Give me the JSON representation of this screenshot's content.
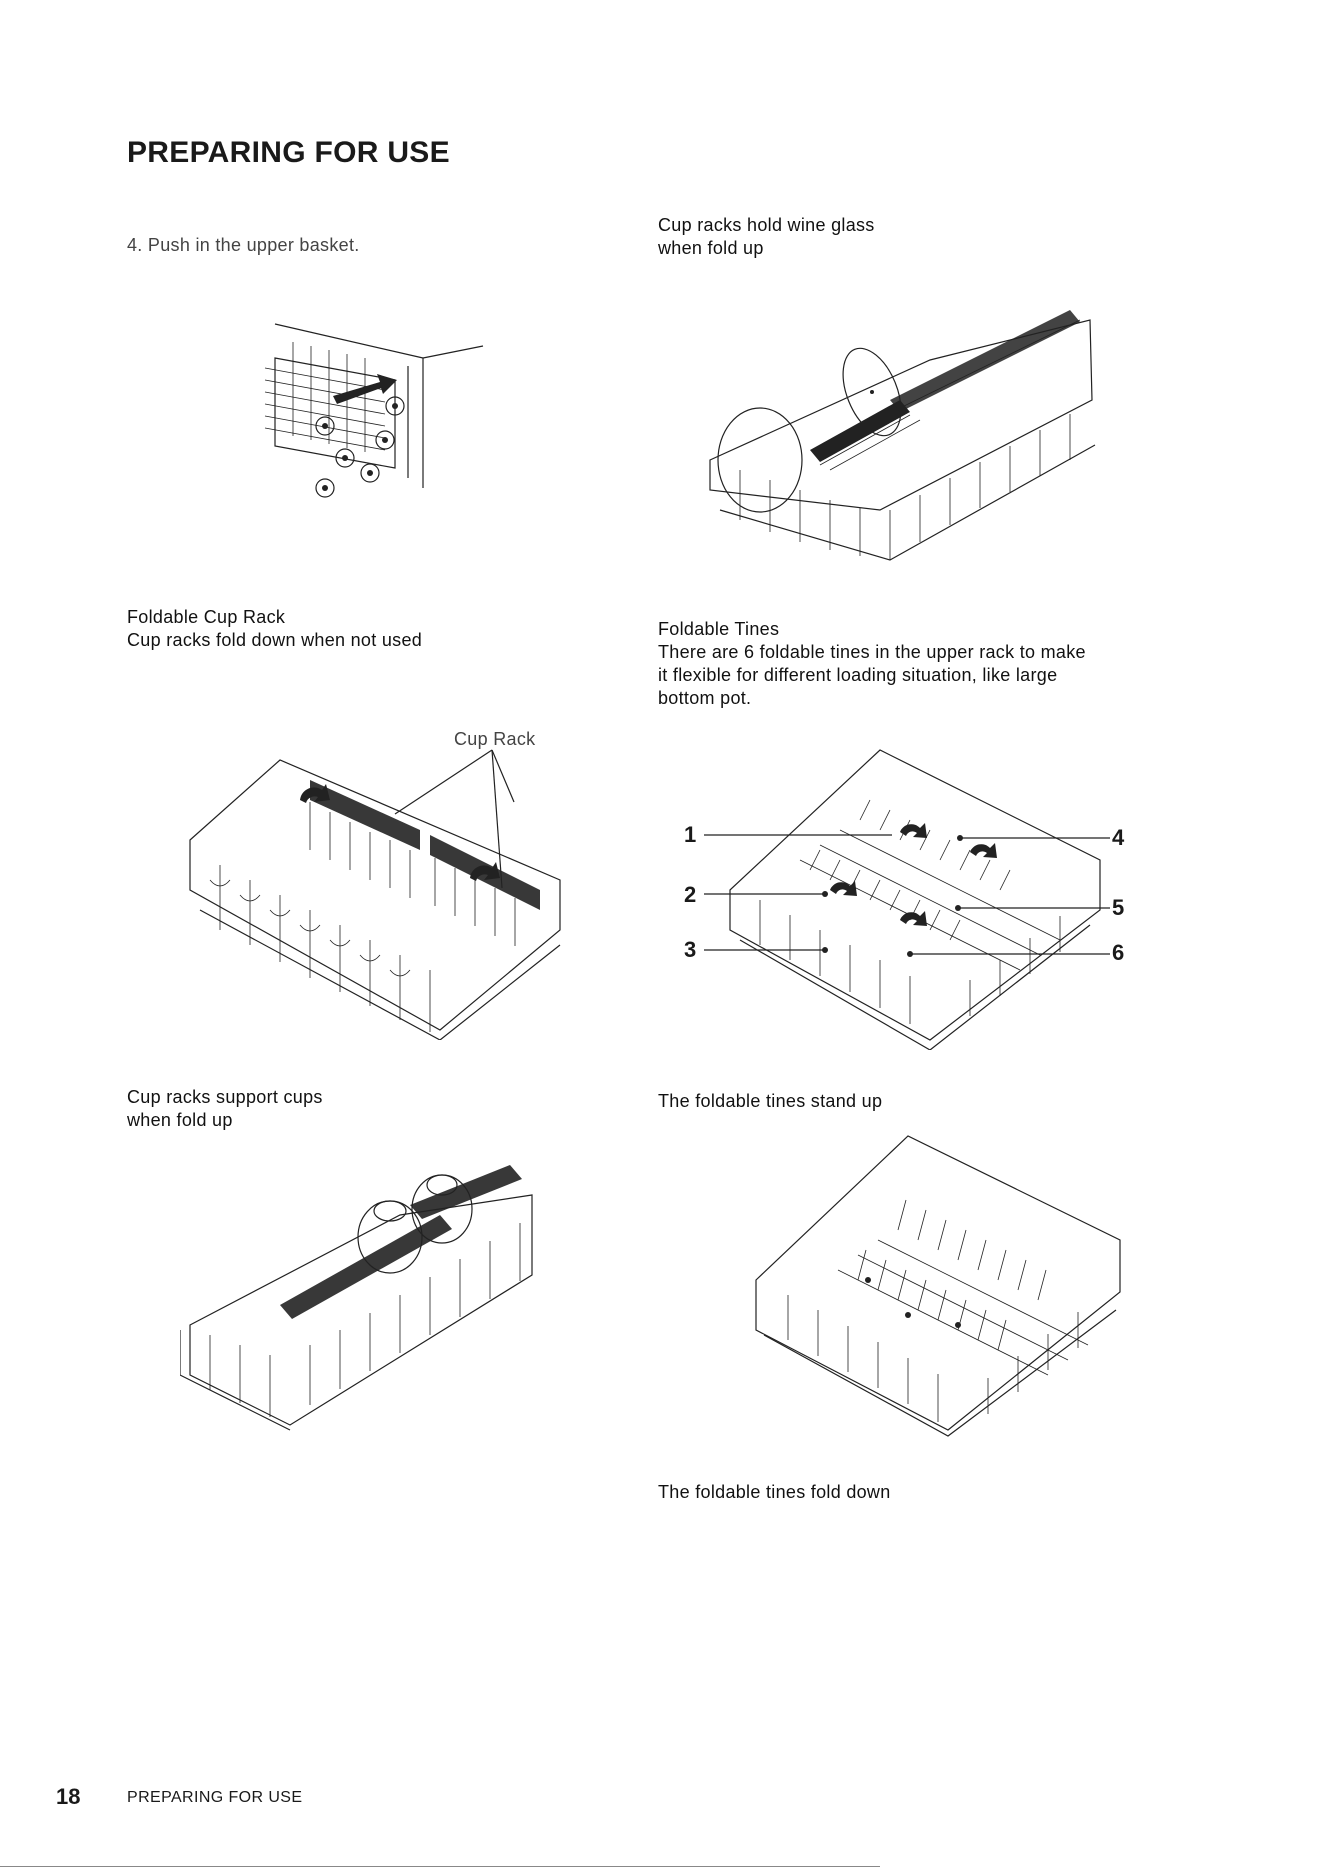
{
  "header": {
    "title": "PREPARING FOR USE"
  },
  "step": {
    "text": "4. Push in the upper basket."
  },
  "sections": {
    "wine_glass": {
      "line1": "Cup racks hold wine glass",
      "line2": "when fold up"
    },
    "foldable_cup_rack": {
      "line1": "Foldable Cup Rack",
      "line2": "Cup racks fold down when not used",
      "callout": "Cup Rack"
    },
    "foldable_tines": {
      "line1": "Foldable Tines",
      "line2": "There are 6 foldable tines in the upper rack to make",
      "line3": "it flexible for different loading situation, like large",
      "line4": "bottom pot.",
      "labels": [
        "1",
        "2",
        "3",
        "4",
        "5",
        "6"
      ]
    },
    "support_cups": {
      "line1": "Cup racks support cups",
      "line2": "when fold up"
    },
    "tines_up": {
      "text": "The foldable tines stand up"
    },
    "tines_down": {
      "text": "The foldable tines fold down"
    }
  },
  "footer": {
    "page_number": "18",
    "section": "PREPARING FOR USE"
  }
}
